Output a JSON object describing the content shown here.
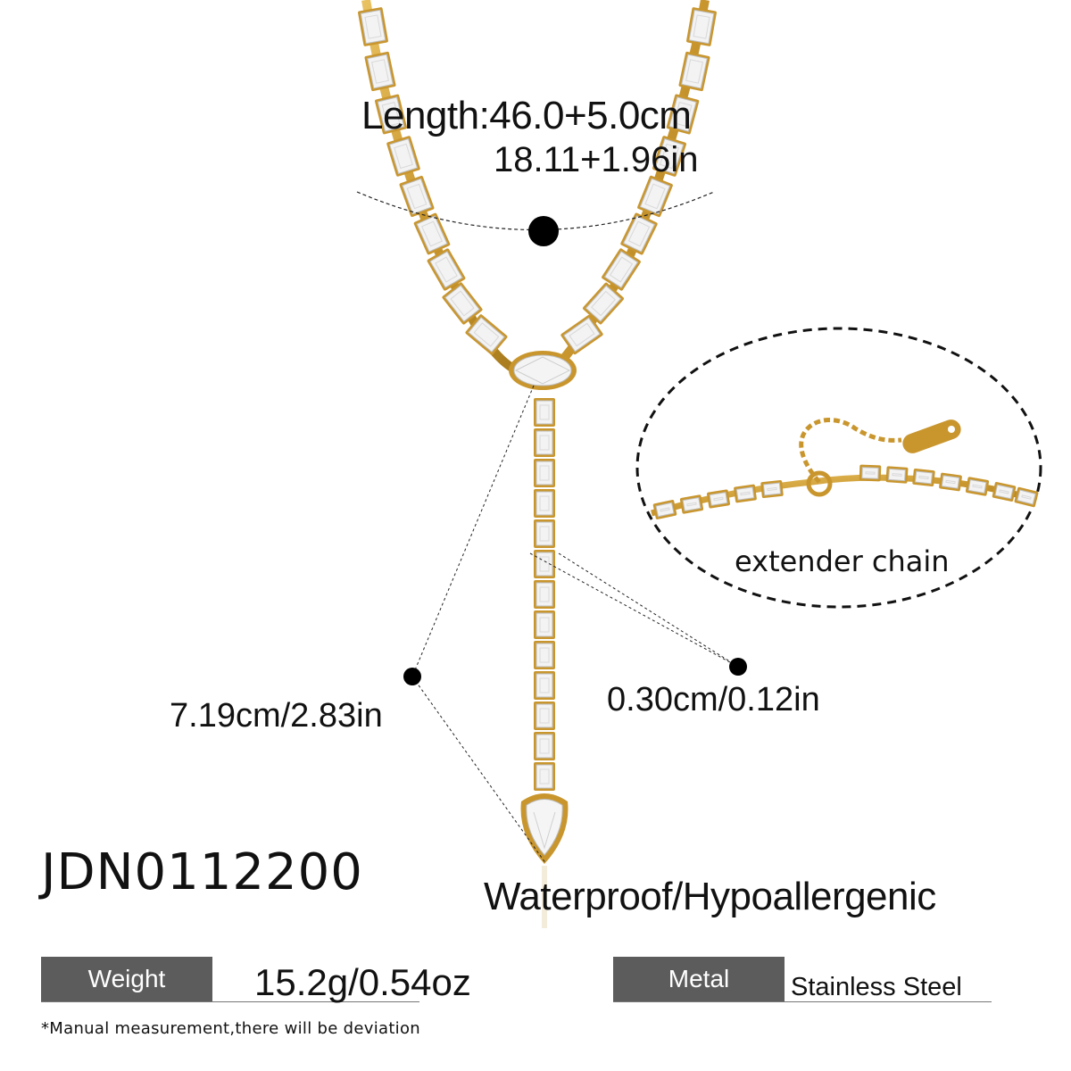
{
  "necklace": {
    "length_line1": "Length:46.0+5.0cm",
    "length_line2": "18.11+1.96in",
    "pendant_length": "7.19cm/2.83in",
    "chain_width": "0.30cm/0.12in",
    "extender_label": "extender chain"
  },
  "product": {
    "code": "JDN0112200",
    "features": "Waterproof/Hypoallergenic"
  },
  "specs": {
    "weight_label": "Weight",
    "weight_value": "15.2g/0.54oz",
    "metal_label": "Metal",
    "metal_value": "Stainless Steel"
  },
  "footnote": "*Manual measurement,there will be deviation",
  "colors": {
    "gold": "#c9962e",
    "label_box": "#5c5c5c",
    "stone": "#f3f3f3"
  }
}
